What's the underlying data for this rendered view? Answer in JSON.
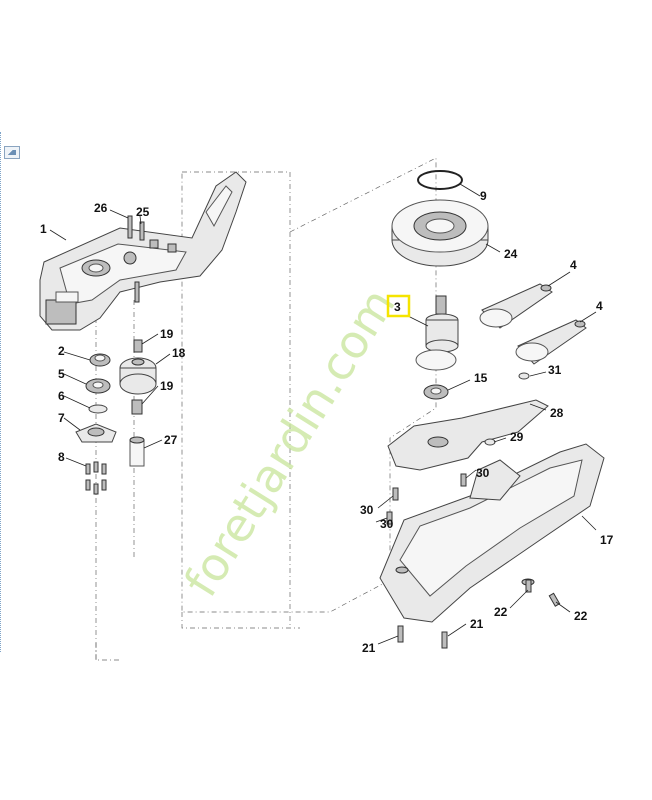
{
  "labels": {
    "l1": "1",
    "l2": "2",
    "l3": "3",
    "l4a": "4",
    "l4b": "4",
    "l5": "5",
    "l6": "6",
    "l7": "7",
    "l8": "8",
    "l9": "9",
    "l15": "15",
    "l17": "17",
    "l18": "18",
    "l19a": "19",
    "l19b": "19",
    "l21a": "21",
    "l21b": "21",
    "l22a": "22",
    "l22b": "22",
    "l24": "24",
    "l25": "25",
    "l26": "26",
    "l27": "27",
    "l28": "28",
    "l29": "29",
    "l30a": "30",
    "l30b": "30",
    "l30c": "30",
    "l31": "31"
  },
  "watermark": {
    "text": "foretjardin.com"
  },
  "colors": {
    "highlight": "#f5e400",
    "watermark": "#c8e59a",
    "watermark_accent": "#f6c27a"
  }
}
